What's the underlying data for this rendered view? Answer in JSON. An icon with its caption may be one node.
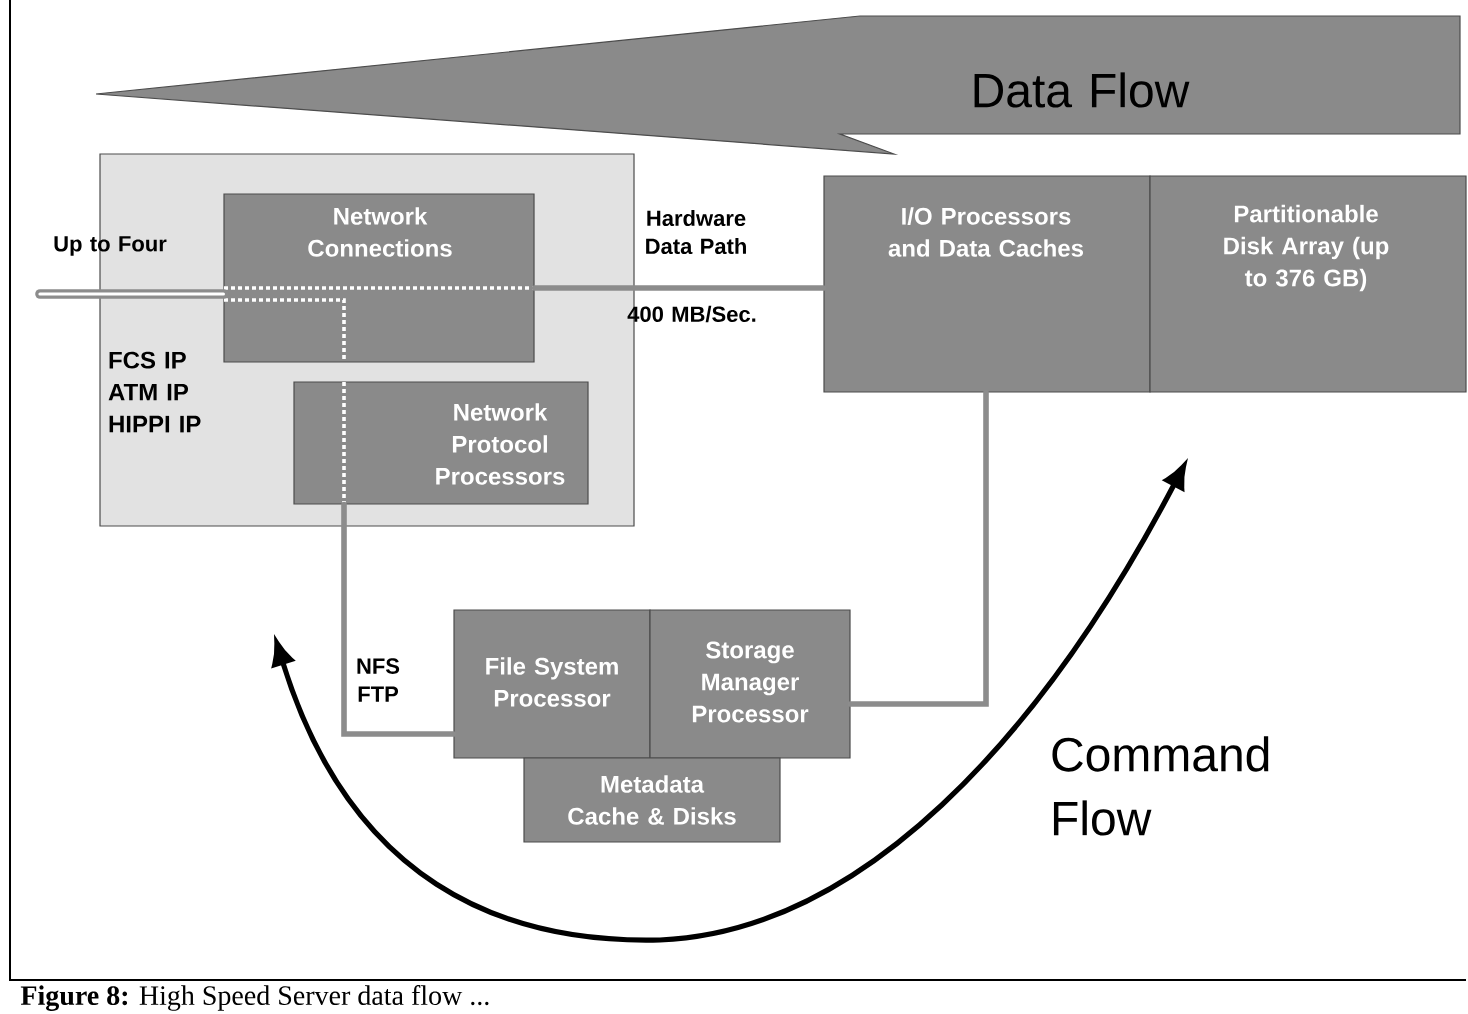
{
  "diagram": {
    "caption": "**Figure 8:** High Speed Server data flow ...",
    "nodes": [
      {
        "text": [
          "FCS IP ATM IP HIPPI IP"
        ]
      },
      {
        "text": [
          "Network Connections"
        ],
        "in": 0
      },
      {
        "text": [
          "Network Protocol Processors"
        ],
        "in": 0
      },
      {
        "text": [
          "I/O Processors and Data Caches"
        ]
      },
      {
        "text": [
          "Partitionable Disk Array (up to 376 GB)"
        ]
      },
      {
        "text": [
          "File System Processor"
        ]
      },
      {
        "text": [
          "Storage Manager Processor"
        ]
      },
      {
        "text": [
          "Metadata Cache & Disks"
        ]
      }
    ],
    "edges": [
      {
        "from": null,
        "to": 1,
        "arrow": "none",
        "label": "Up to Four"
      },
      {
        "from": 1,
        "to": 3,
        "arrow": "none",
        "label": "Hardware Data Path"
      },
      {
        "from": 2,
        "to": 5,
        "arrow": "none",
        "label": "NFS FTP"
      },
      {
        "from": 6,
        "to": 3,
        "arrow": "none"
      }
    ],
    "labels": [
      "Data Flow",
      "400 MB/Sec.",
      "Command Flow"
    ]
  }
}
